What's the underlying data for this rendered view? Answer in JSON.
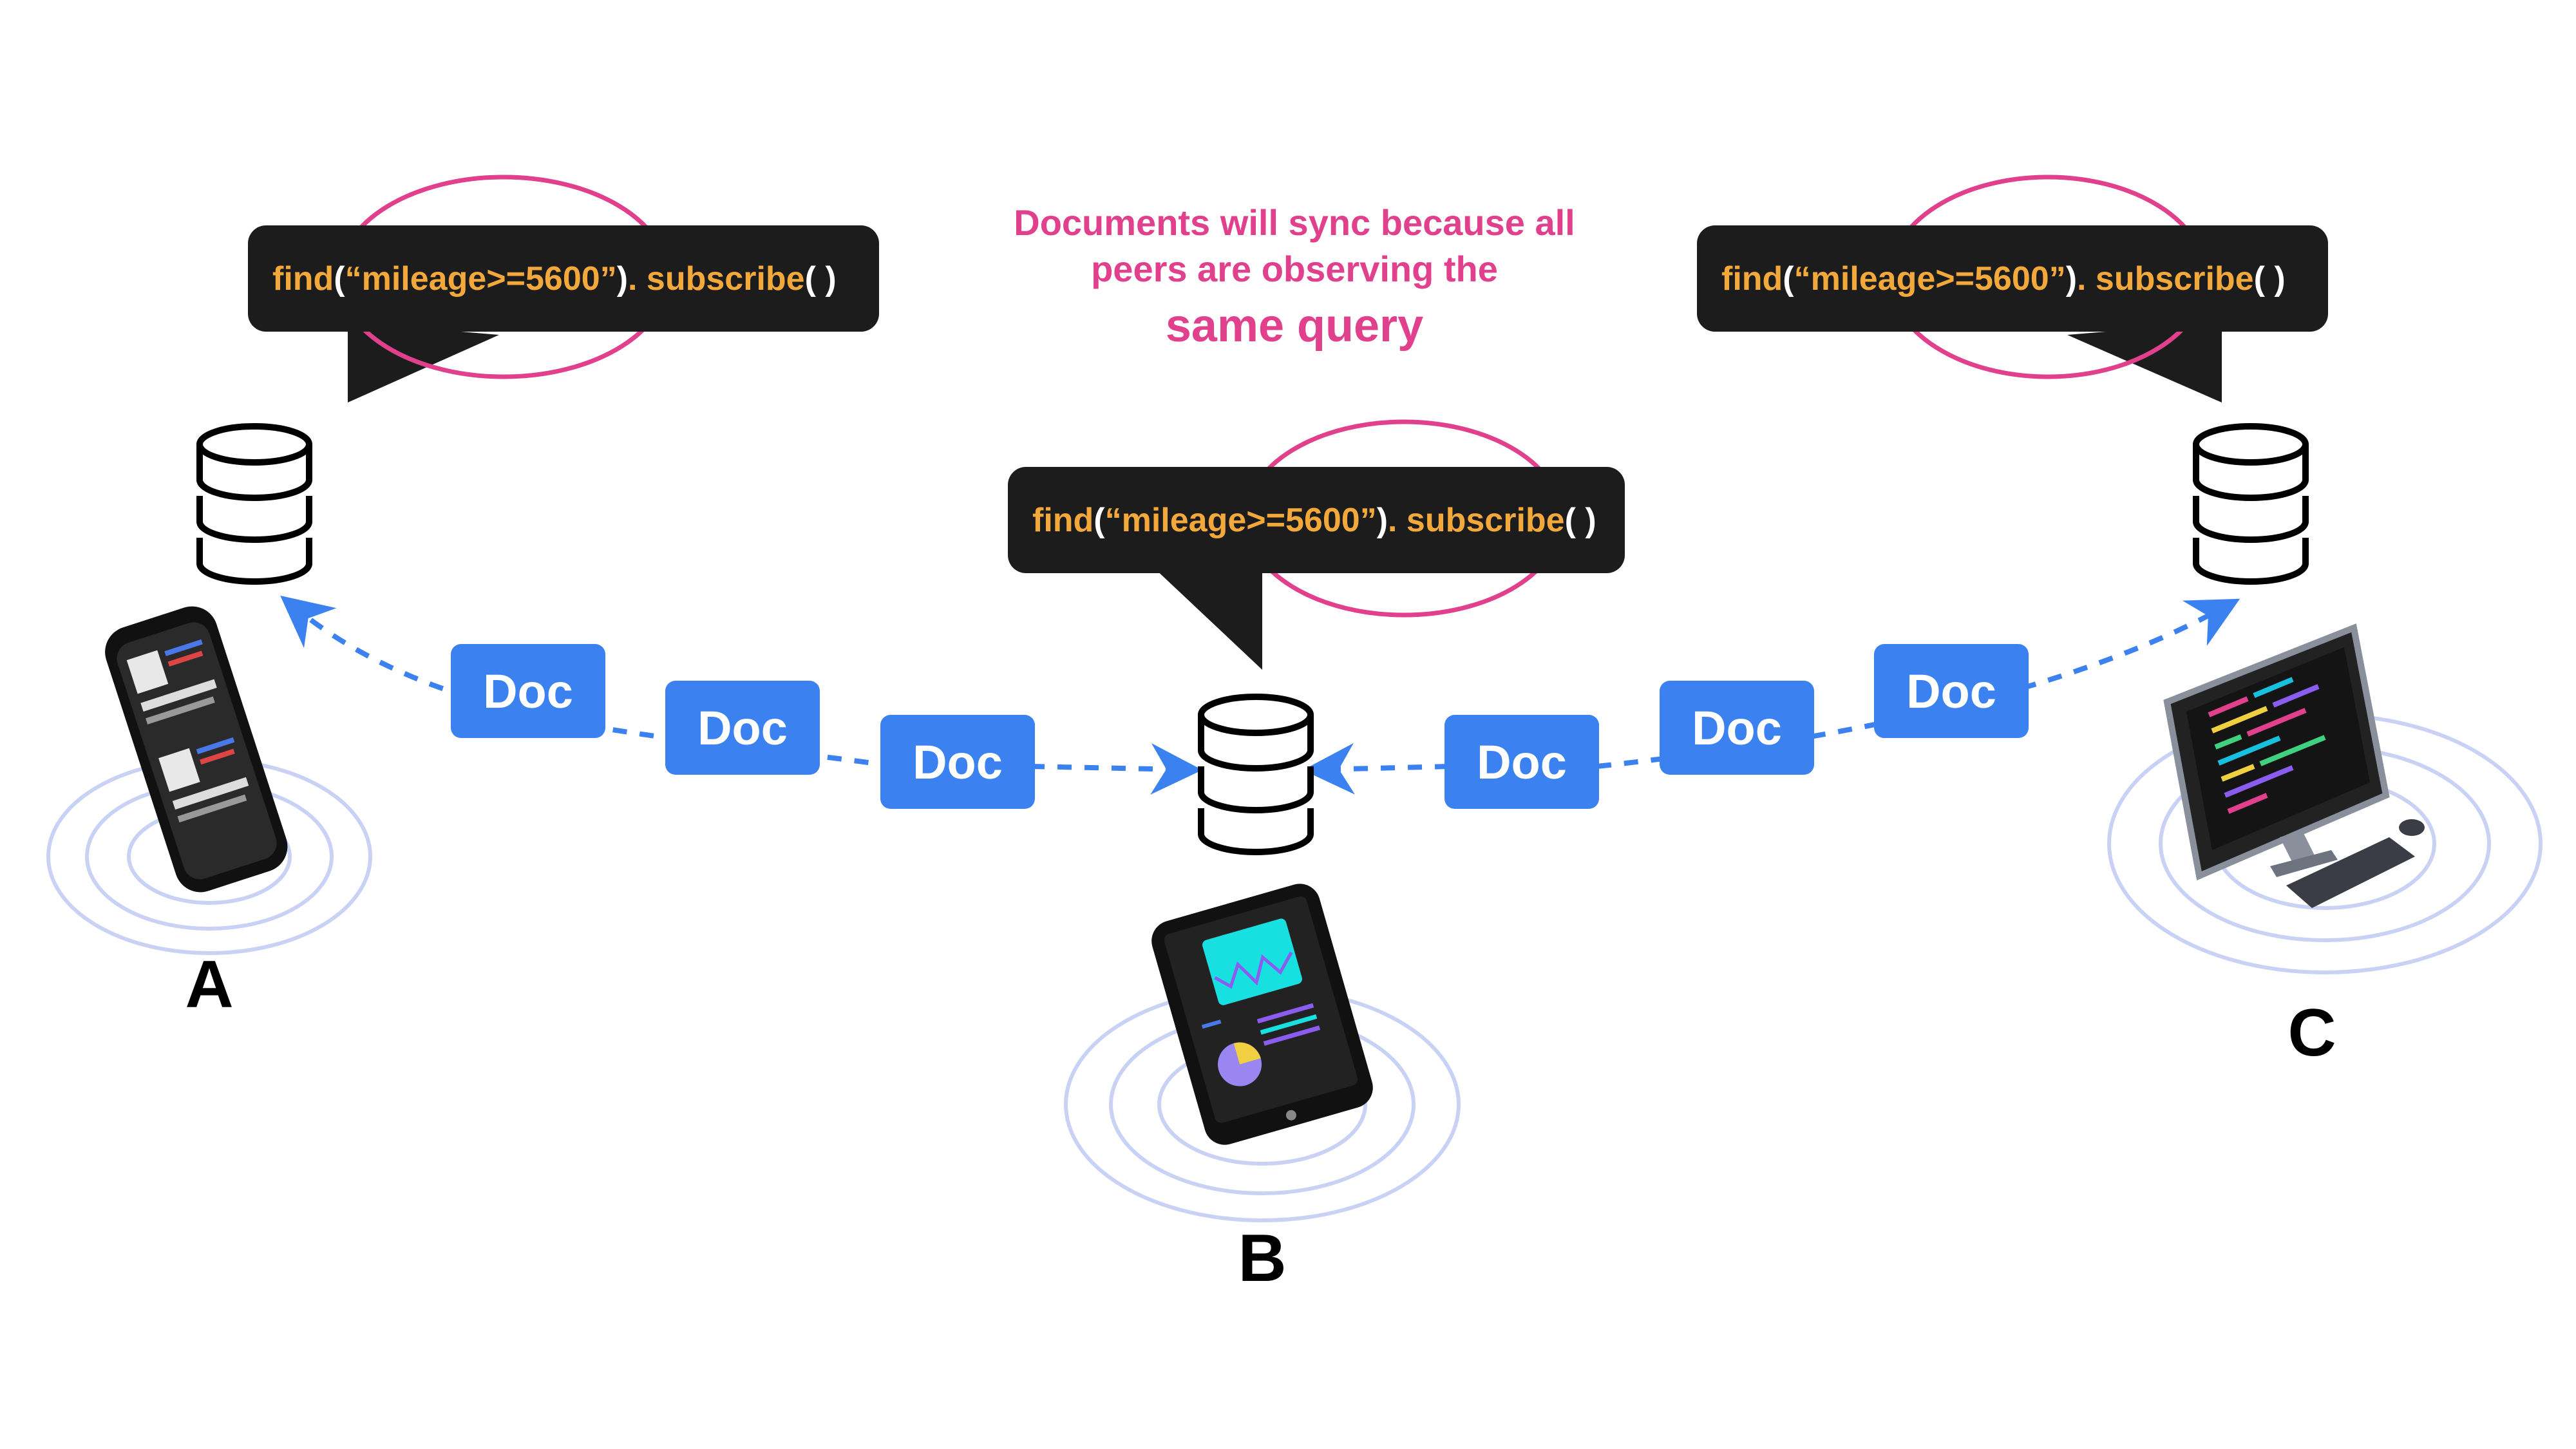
{
  "annotation": {
    "line1": "Documents will sync because all",
    "line2": "peers are observing the",
    "emphasis": "same query"
  },
  "query": {
    "find": "find",
    "open": "(",
    "string": "“mileage>=5600”",
    "close": ")",
    "dot_subscribe": ". subscribe",
    "call": "( )"
  },
  "doc_label": "Doc",
  "peers": {
    "a": "A",
    "b": "B",
    "c": "C"
  },
  "colors": {
    "highlight": "#e0408c",
    "doc_badge": "#3b82f0",
    "query_bg": "#1c1c1c",
    "query_text": "#f2a83a",
    "arrow": "#3b82f0"
  }
}
